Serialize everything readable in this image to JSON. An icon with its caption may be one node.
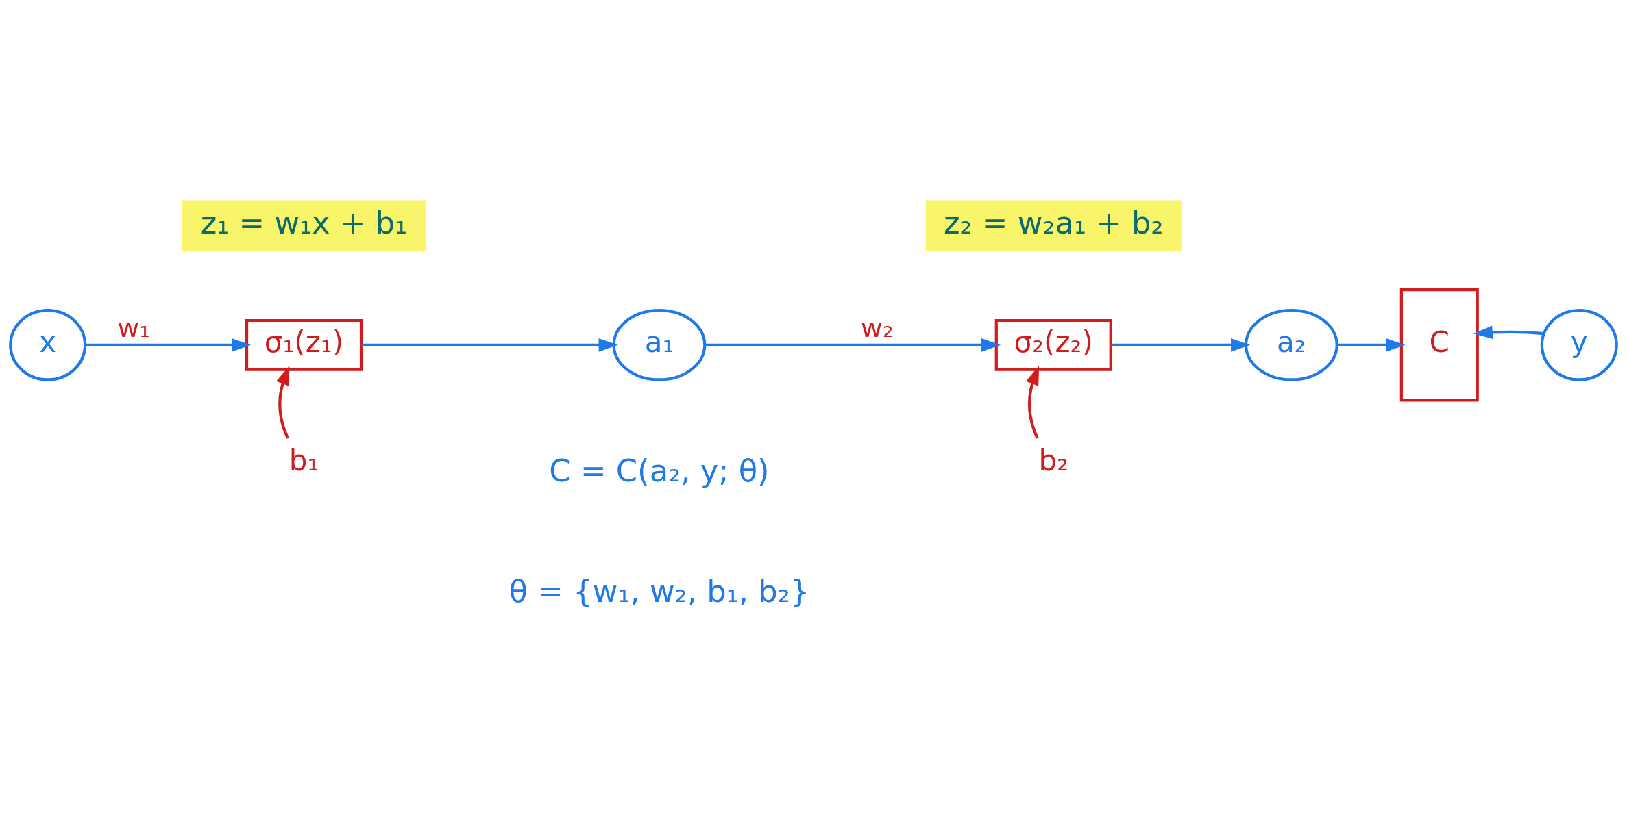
{
  "diagram": {
    "nodes": [
      {
        "text": [
          "x"
        ]
      },
      {
        "text": [
          "σ₁(z₁)"
        ]
      },
      {
        "text": [
          "a₁"
        ]
      },
      {
        "text": [
          "σ₂(z₂)"
        ]
      },
      {
        "text": [
          "a₂"
        ]
      },
      {
        "text": [
          "C"
        ]
      },
      {
        "text": [
          "y"
        ]
      },
      {
        "text": [
          "b₁"
        ]
      },
      {
        "text": [
          "b₂"
        ]
      }
    ],
    "edges": [
      {
        "from": 0,
        "to": 1,
        "arrow": "to",
        "label": "w₁"
      },
      {
        "from": 1,
        "to": 2,
        "arrow": "to"
      },
      {
        "from": 2,
        "to": 3,
        "arrow": "to",
        "label": "w₂"
      },
      {
        "from": 3,
        "to": 4,
        "arrow": "to"
      },
      {
        "from": 4,
        "to": 5,
        "arrow": "to"
      },
      {
        "from": 6,
        "to": 5,
        "arrow": "to"
      },
      {
        "from": 7,
        "to": 1,
        "arrow": "to",
        "color": "#d01c1c"
      },
      {
        "from": 8,
        "to": 3,
        "arrow": "to",
        "color": "#d01c1c"
      }
    ],
    "labels": [
      "z₁ = w₁x + b₁",
      "z₂ = w₂a₁ + b₂",
      "C = C(a₂, y; θ)",
      "θ = {w₁, w₂, b₁, b₂}"
    ]
  }
}
